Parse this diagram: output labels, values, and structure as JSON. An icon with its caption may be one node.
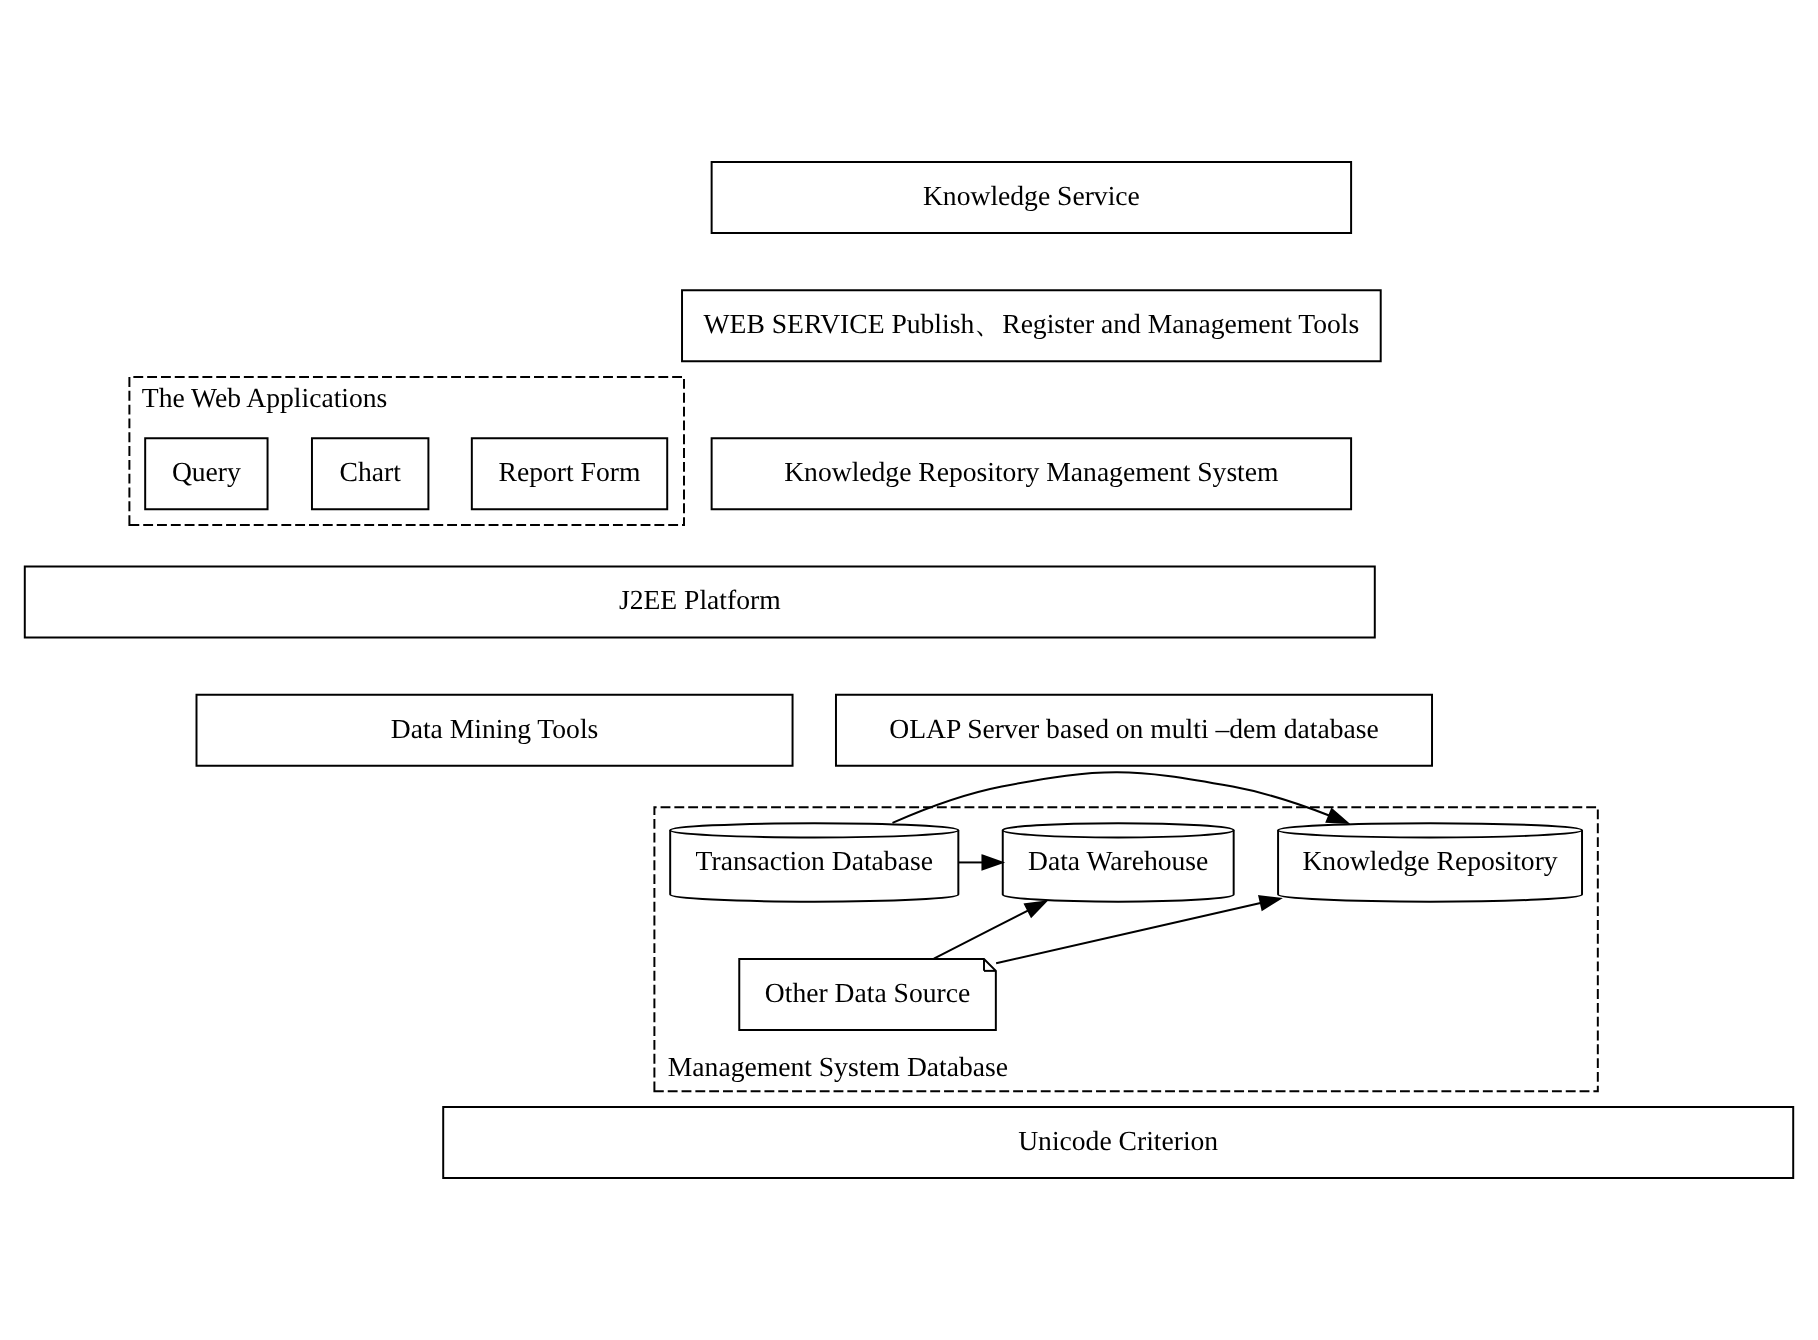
{
  "diagram": {
    "nodes": [
      {
        "text": [
          "The Web Applications"
        ]
      },
      {
        "text": [
          "Report Form"
        ],
        "in": 0
      },
      {
        "text": [
          "Chart"
        ],
        "in": 0
      },
      {
        "text": [
          "Query"
        ],
        "in": 0
      },
      {
        "text": [
          "Knowledge Service"
        ]
      },
      {
        "text": [
          "WEB SERVICE Publish、Register and Management Tools"
        ]
      },
      {
        "text": [
          "Knowledge Repository Management System"
        ]
      },
      {
        "text": [
          "J2EE Platform"
        ]
      },
      {
        "text": [
          "Data Mining Tools"
        ]
      },
      {
        "text": [
          "OLAP Server based on multi –dem database"
        ]
      },
      {
        "text": [
          "Management System Database"
        ]
      },
      {
        "text": [
          "Transaction Database"
        ],
        "in": 10
      },
      {
        "text": [
          "Data Warehouse"
        ],
        "in": 10
      },
      {
        "text": [
          "Other Data Source"
        ],
        "in": 10
      },
      {
        "text": [
          "Knowledge Repository"
        ],
        "in": 10
      },
      {
        "text": [
          "Unicode Criterion"
        ]
      }
    ],
    "edges": [
      {
        "from": 11,
        "to": 12,
        "arrow": "to"
      },
      {
        "from": 13,
        "to": 12,
        "arrow": "to"
      },
      {
        "from": 11,
        "to": 14,
        "arrow": "to"
      },
      {
        "from": 13,
        "to": 14,
        "arrow": "to"
      }
    ]
  }
}
